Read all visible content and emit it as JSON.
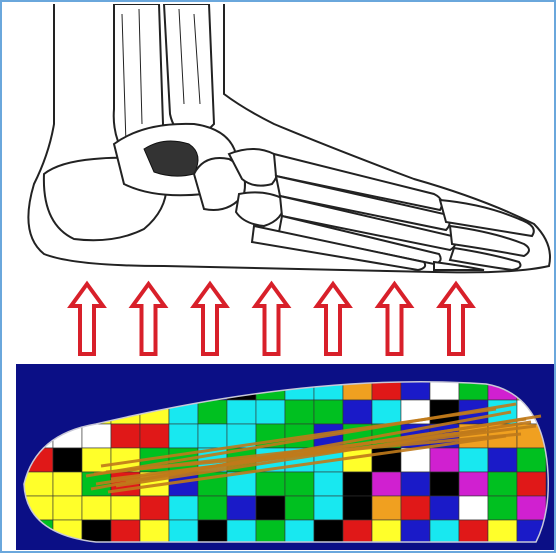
{
  "figure": {
    "foot": {
      "description_icon": "foot-skeleton-illustration"
    },
    "arrows": {
      "count": 7,
      "color": "#d8202a",
      "direction": "up"
    },
    "pressure_map": {
      "background": "#0b0f86",
      "insole_outline": "#c8c8d8",
      "trace_color": "#c07a1a",
      "palette": [
        "#ffff2a",
        "#18e8f0",
        "#00c020",
        "#e01818",
        "#000000",
        "#1a1ac8",
        "#ffffff",
        "#d020d0",
        "#f0a020"
      ]
    }
  }
}
